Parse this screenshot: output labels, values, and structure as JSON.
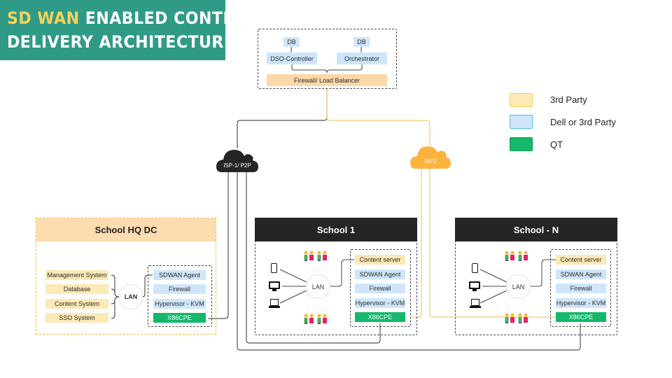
{
  "title": {
    "highlight": "SD WAN",
    "line1_rest": " ENABLED CONTENT",
    "line2": "DELIVERY ARCHITECTURE"
  },
  "colors": {
    "banner": "#2f9b86",
    "highlight": "#f6d25a",
    "third_party": "#fde9b6",
    "dell_or_third_party": "#cfe6fa",
    "qt": "#14b86b",
    "isp1_cloud": "#252525",
    "isp2_cloud": "#fbb33e"
  },
  "central": {
    "db_left": "DB",
    "db_right": "DB",
    "controller": "DSO-Controller",
    "orchestrator": "Orchestrator",
    "firewall_lb": "Firewall/ Load Balancer"
  },
  "clouds": {
    "isp1": "ISP-1/ P2P",
    "isp2": "ISP2"
  },
  "legend": [
    {
      "label": "3rd Party",
      "icon": "yellow-swatch"
    },
    {
      "label": "Dell or 3rd Party",
      "icon": "blue-swatch"
    },
    {
      "label": "QT",
      "icon": "green-swatch"
    }
  ],
  "hq": {
    "title": "School HQ DC",
    "systems": [
      "Management System",
      "Database",
      "Content System",
      "SSO System"
    ],
    "lan": "LAN",
    "stack": [
      "SDWAN Agent",
      "Firewall",
      "Hypervisor - KVM"
    ],
    "cpe": "X86CPE"
  },
  "school1": {
    "title": "School 1",
    "lan": "LAN",
    "devices": [
      "mobile-icon",
      "desktop-icon",
      "laptop-icon"
    ],
    "content_server": "Content server",
    "stack": [
      "SDWAN Agent",
      "Firewall",
      "Hypervisor - KVM"
    ],
    "cpe": "X86CPE"
  },
  "schoolN": {
    "title": "School - N",
    "lan": "LAN",
    "devices": [
      "mobile-icon",
      "desktop-icon",
      "laptop-icon"
    ],
    "content_server": "Content server",
    "stack": [
      "SDWAN Agent",
      "Firewall",
      "Hypervisor - KVM"
    ],
    "cpe": "X86CPE"
  }
}
